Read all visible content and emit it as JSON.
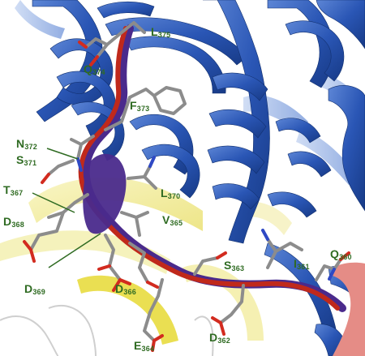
{
  "scene": {
    "colors": {
      "background": "#ffffff",
      "protein_ribbon": "#2a56b5",
      "protein_ribbon_light": "#8fb0e8",
      "peptide_red": "#c0291b",
      "peptide_purple": "#4a2a8c",
      "peptide_white": "#d8d8d8",
      "helix_yellow": "#f2ee9a",
      "helix_yellow_bright": "#ecde4a",
      "sidechain_carbon": "#8c8c8c",
      "oxygen": "#d22b1f",
      "nitrogen": "#2f49c4",
      "label_green": "#2f6b22",
      "pink_region": "#e58c86"
    },
    "labels": [
      {
        "id": "l375",
        "code": "L",
        "num": "375"
      },
      {
        "id": "q374",
        "code": "Q",
        "num": "374"
      },
      {
        "id": "f373",
        "code": "F",
        "num": "373"
      },
      {
        "id": "n372",
        "code": "N",
        "num": "372"
      },
      {
        "id": "s371",
        "code": "S",
        "num": "371"
      },
      {
        "id": "l370",
        "code": "L",
        "num": "370"
      },
      {
        "id": "t367",
        "code": "T",
        "num": "367"
      },
      {
        "id": "d368",
        "code": "D",
        "num": "368"
      },
      {
        "id": "v365",
        "code": "V",
        "num": "365"
      },
      {
        "id": "d369",
        "code": "D",
        "num": "369"
      },
      {
        "id": "d366",
        "code": "D",
        "num": "366"
      },
      {
        "id": "s363",
        "code": "S",
        "num": "363"
      },
      {
        "id": "i361",
        "code": "I",
        "num": "361"
      },
      {
        "id": "q360",
        "code": "Q",
        "num": "360"
      },
      {
        "id": "e364",
        "code": "E",
        "num": "364"
      },
      {
        "id": "d362",
        "code": "D",
        "num": "362"
      }
    ]
  }
}
